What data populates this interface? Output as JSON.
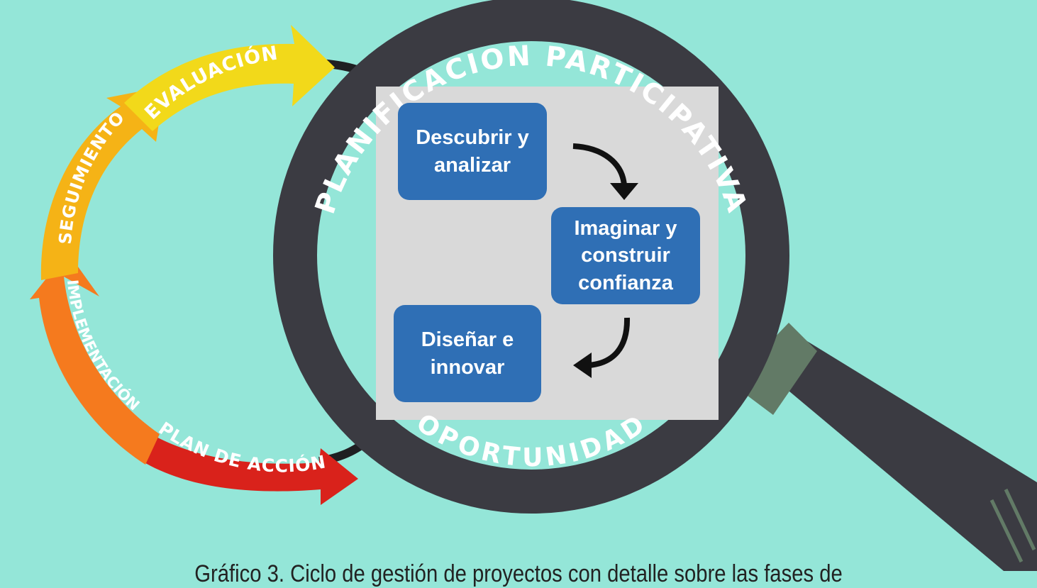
{
  "diagram": {
    "ring_top_text": "PLANIFICACION PARTICIPATIVA",
    "ring_bottom_text": "OPORTUNIDAD",
    "cycle_stages": [
      {
        "label": "EVALUACIÓN",
        "color": "#f2d91a"
      },
      {
        "label": "SEGUIMIENTO",
        "color": "#f5b316"
      },
      {
        "label": "IMPLEMENTACIÓN",
        "color": "#f57a1e"
      },
      {
        "label": "PLAN DE ACCIÓN",
        "color": "#d9221b"
      }
    ],
    "phases": [
      {
        "label": "Descubrir y\nanalizar"
      },
      {
        "label": "Imaginar y\nconstruir\nconfianza"
      },
      {
        "label": "Diseñar e\ninnovar"
      }
    ],
    "colors": {
      "background": "#94e6d8",
      "ring": "#3b3b42",
      "panel": "#d9d9d9",
      "phase_box": "#2f6fb5",
      "handle_collar": "#627a66"
    }
  },
  "caption": "Gráfico 3. Ciclo de gestión de proyectos con detalle sobre las fases de"
}
